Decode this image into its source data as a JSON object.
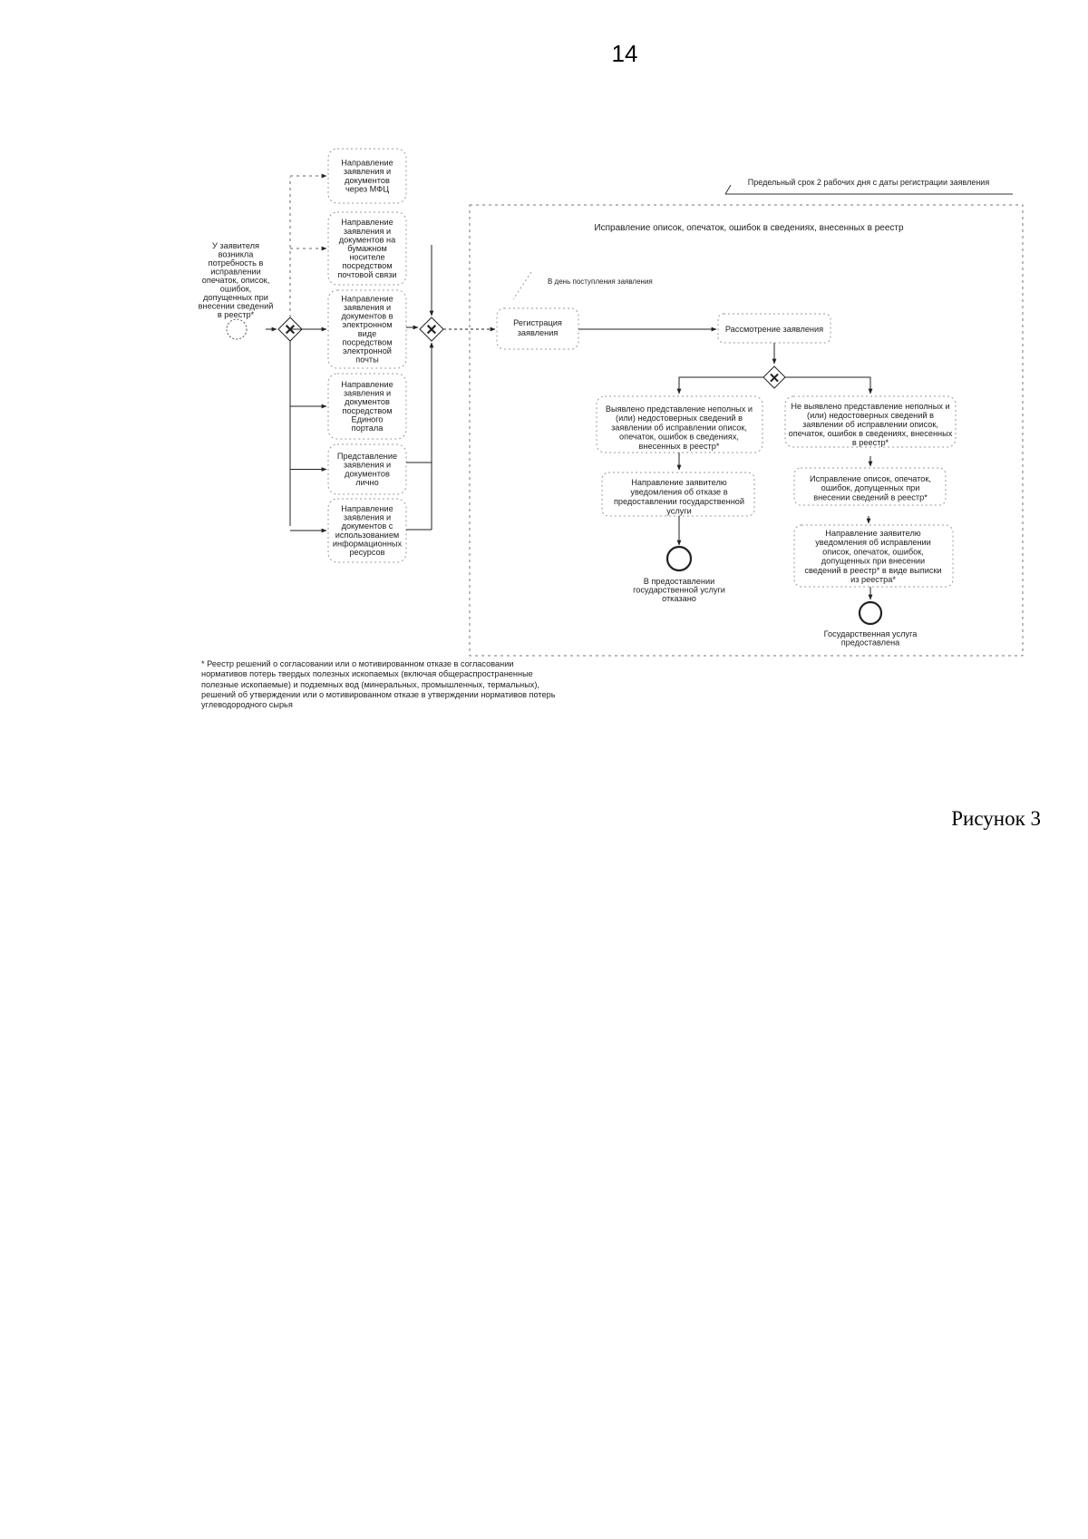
{
  "page": {
    "number": "14",
    "caption": "Рисунок 3"
  },
  "diagram": {
    "start_event_label": [
      "У заявителя",
      "возникла",
      "потребность в",
      "исправлении",
      "опечаток, описок,",
      "ошибок,",
      "допущенных при",
      "внесении сведений",
      "в реестр*"
    ],
    "channels": [
      {
        "lines": [
          "Направление",
          "заявления и",
          "документов",
          "через МФЦ"
        ]
      },
      {
        "lines": [
          "Направление",
          "заявления и",
          "документов на",
          "бумажном",
          "носителе",
          "посредством",
          "почтовой связи"
        ]
      },
      {
        "lines": [
          "Направление",
          "заявления и",
          "документов в",
          "электронном",
          "виде",
          "посредством",
          "электронной",
          "почты"
        ]
      },
      {
        "lines": [
          "Направление",
          "заявления и",
          "документов",
          "посредством",
          "Единого",
          "портала"
        ]
      },
      {
        "lines": [
          "Представление",
          "заявления и",
          "документов",
          "лично"
        ]
      },
      {
        "lines": [
          "Направление",
          "заявления и",
          "документов с",
          "использованием",
          "информационных",
          "ресурсов"
        ]
      }
    ],
    "time_limit": "Предельный срок 2 рабочих дня с даты регистрации заявления",
    "pool_title": "Исправление описок, опечаток, ошибок в сведениях, внесенных в реестр",
    "registration_timer": "В день поступления заявления",
    "registration": [
      "Регистрация",
      "заявления"
    ],
    "review": "Рассмотрение заявления",
    "left_condition": [
      "Выявлено представление неполных и",
      "(или) недостоверных сведений в",
      "заявлении об исправлении описок,",
      "опечаток, ошибок в сведениях,",
      "внесенных в реестр*"
    ],
    "right_condition": [
      "Не выявлено представление неполных и",
      "(или) недостоверных сведений в",
      "заявлении об исправлении описок,",
      "опечаток, ошибок в сведениях, внесенных",
      "в реестр*"
    ],
    "refusal_notice": [
      "Направление заявителю",
      "уведомления об отказе в",
      "предоставлении государственной",
      "услуги"
    ],
    "refusal_end": [
      "В предоставлении",
      "государственной услуги",
      "отказано"
    ],
    "correction": [
      "Исправление описок, опечаток,",
      "ошибок, допущенных при",
      "внесении сведений в реестр*"
    ],
    "correction_notice": [
      "Направление заявителю",
      "уведомления об исправлении",
      "описок, опечаток, ошибок,",
      "допущенных при внесении",
      "сведений в реестр* в виде выписки",
      "из реестра*"
    ],
    "success_end": [
      "Государственная услуга",
      "предоставлена"
    ]
  },
  "footnote": "* Реестр решений о согласовании или о мотивированном отказе в согласовании нормативов потерь твердых полезных ископаемых (включая общераспространенные полезные ископаемые) и подземных вод (минеральных, промышленных, термальных), решений об утверждении или о мотивированном отказе в утверждении нормативов потерь углеводородного сырья"
}
